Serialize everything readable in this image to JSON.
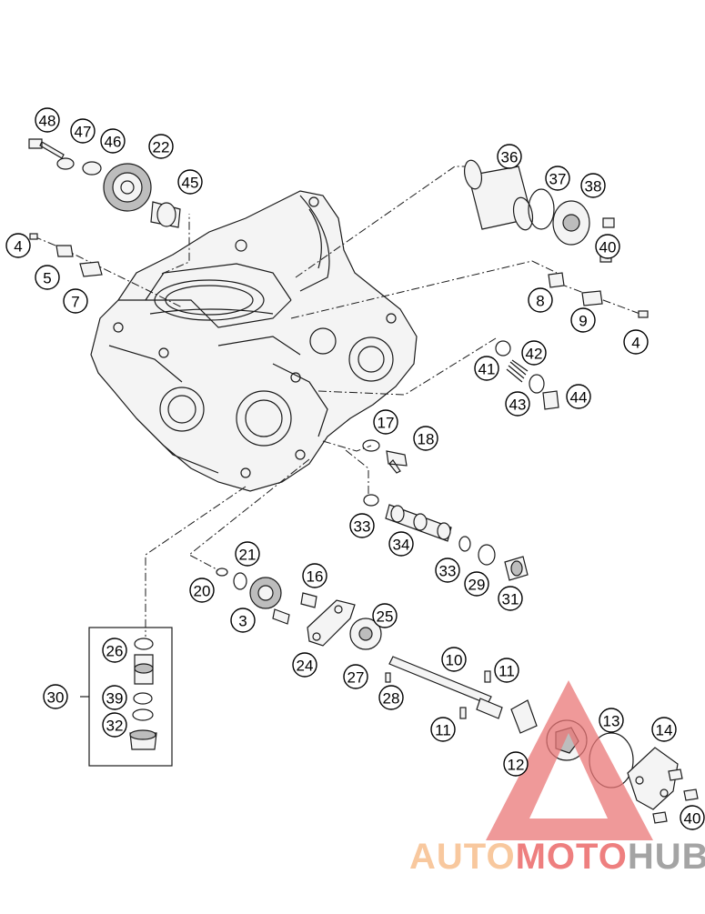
{
  "diagram": {
    "callouts": [
      {
        "id": "c48a",
        "label": "48"
      },
      {
        "id": "c47",
        "label": "47"
      },
      {
        "id": "c46",
        "label": "46"
      },
      {
        "id": "c22",
        "label": "22"
      },
      {
        "id": "c45",
        "label": "45"
      },
      {
        "id": "c4a",
        "label": "4"
      },
      {
        "id": "c5",
        "label": "5"
      },
      {
        "id": "c7",
        "label": "7"
      },
      {
        "id": "c36",
        "label": "36"
      },
      {
        "id": "c37",
        "label": "37"
      },
      {
        "id": "c38",
        "label": "38"
      },
      {
        "id": "c40a",
        "label": "40"
      },
      {
        "id": "c8",
        "label": "8"
      },
      {
        "id": "c9",
        "label": "9"
      },
      {
        "id": "c4b",
        "label": "4"
      },
      {
        "id": "c42",
        "label": "42"
      },
      {
        "id": "c41",
        "label": "41"
      },
      {
        "id": "c43",
        "label": "43"
      },
      {
        "id": "c44",
        "label": "44"
      },
      {
        "id": "c17",
        "label": "17"
      },
      {
        "id": "c18",
        "label": "18"
      },
      {
        "id": "c33a",
        "label": "33"
      },
      {
        "id": "c34",
        "label": "34"
      },
      {
        "id": "c33b",
        "label": "33"
      },
      {
        "id": "c29",
        "label": "29"
      },
      {
        "id": "c31",
        "label": "31"
      },
      {
        "id": "c21",
        "label": "21"
      },
      {
        "id": "c20",
        "label": "20"
      },
      {
        "id": "c16",
        "label": "16"
      },
      {
        "id": "c3",
        "label": "3"
      },
      {
        "id": "c25",
        "label": "25"
      },
      {
        "id": "c26",
        "label": "26"
      },
      {
        "id": "c24",
        "label": "24"
      },
      {
        "id": "c10",
        "label": "10"
      },
      {
        "id": "c11a",
        "label": "11"
      },
      {
        "id": "c27",
        "label": "27"
      },
      {
        "id": "c28",
        "label": "28"
      },
      {
        "id": "c30",
        "label": "30"
      },
      {
        "id": "c39",
        "label": "39"
      },
      {
        "id": "c32",
        "label": "32"
      },
      {
        "id": "c13",
        "label": "13"
      },
      {
        "id": "c14",
        "label": "14"
      },
      {
        "id": "c11b",
        "label": "11"
      },
      {
        "id": "c12",
        "label": "12"
      },
      {
        "id": "c40b",
        "label": "40"
      }
    ]
  },
  "watermark": {
    "part1": "AUTO",
    "part2": "MOTO",
    "part3": "HUB",
    "colors": {
      "auto": "#f8c89e",
      "moto": "#ee7f7f",
      "hub": "#a4a4a4",
      "triangle": "#ea7777"
    }
  }
}
